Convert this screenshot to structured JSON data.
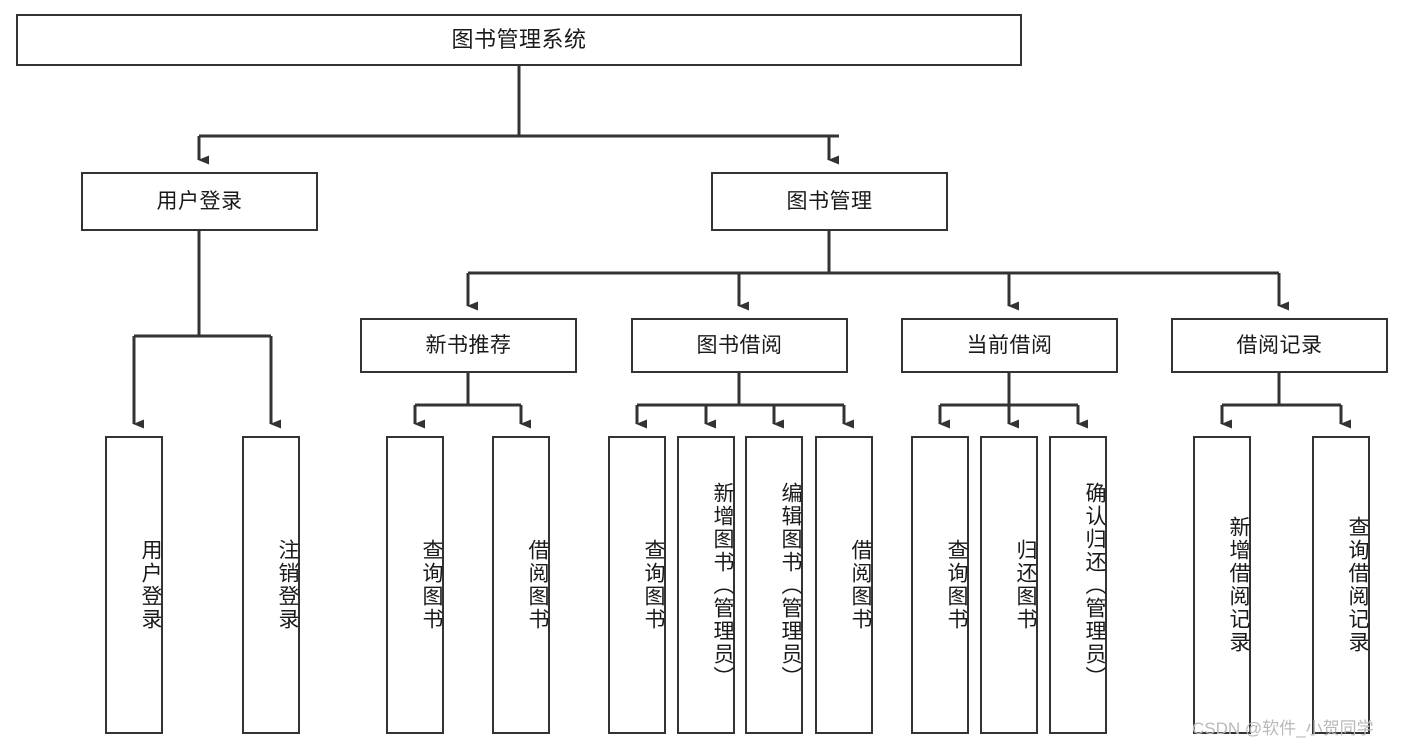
{
  "diagram": {
    "type": "tree-hierarchy-chart",
    "title": "图书管理系统",
    "orientation": "top-down",
    "colors": {
      "box_border": "#333333",
      "box_fill": "#ffffff",
      "connector": "#333333",
      "text": "#1a1a1a",
      "watermark": "#b9b9b9",
      "background": "#ffffff"
    },
    "root": {
      "label": "图书管理系统"
    },
    "level2": [
      {
        "label": "用户登录"
      },
      {
        "label": "图书管理"
      }
    ],
    "level3": [
      {
        "label": "新书推荐"
      },
      {
        "label": "图书借阅"
      },
      {
        "label": "当前借阅"
      },
      {
        "label": "借阅记录"
      }
    ],
    "leaves": {
      "user_login": [
        {
          "label": "用户登录"
        },
        {
          "label": "注销登录"
        }
      ],
      "new_book_recommend": [
        {
          "label": "查询图书"
        },
        {
          "label": "借阅图书"
        }
      ],
      "book_borrow": [
        {
          "label": "查询图书"
        },
        {
          "label": "新增图书（管理员）"
        },
        {
          "label": "编辑图书（管理员）"
        },
        {
          "label": "借阅图书"
        }
      ],
      "current_borrow": [
        {
          "label": "查询图书"
        },
        {
          "label": "归还图书"
        },
        {
          "label": "确认归还（管理员）"
        }
      ],
      "borrow_record": [
        {
          "label": "新增借阅记录"
        },
        {
          "label": "查询借阅记录"
        }
      ]
    }
  },
  "watermark": {
    "text": "CSDN @软件_小贺同学"
  }
}
